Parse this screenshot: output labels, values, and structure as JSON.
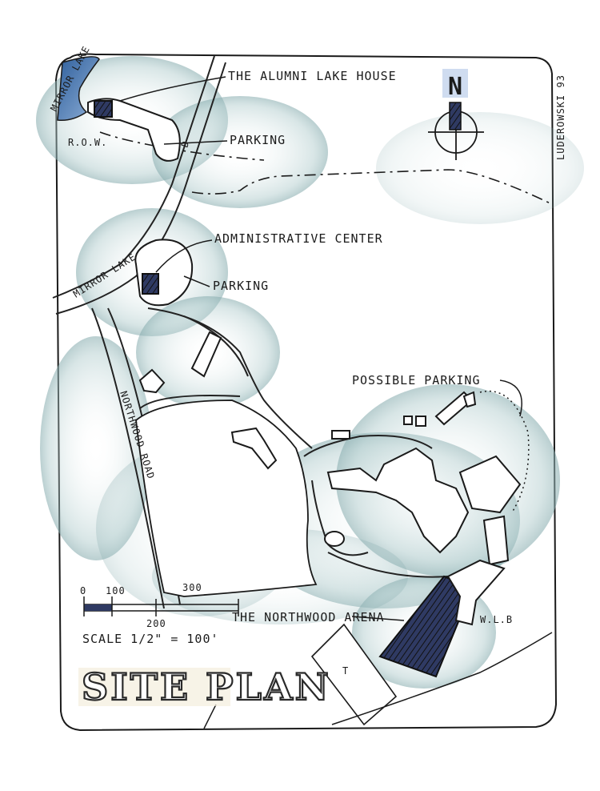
{
  "labels": {
    "mirror_lake": "MIRROR LAKE",
    "alumni_lake_house": "THE ALUMNI LAKE HOUSE",
    "parking_1": "PARKING",
    "row": "R.O.W.",
    "administrative_center": "ADMINISTRATIVE CENTER",
    "parking_2": "PARKING",
    "mirror_lake_road": "MIRROR LAKE",
    "road_letter": "D",
    "possible_parking": "POSSIBLE PARKING",
    "northwood_road": "NORTHWOOD ROAD",
    "northwood_arena": "THE NORTHWOOD ARENA",
    "wlb": "W.L.B",
    "signature": "LUDEROWSKI 93",
    "north": "N",
    "field_t": "T"
  },
  "scale": {
    "tick_0": "0",
    "tick_100": "100",
    "tick_200": "200",
    "tick_300": "300",
    "scale_text": "SCALE 1/2\" = 100'"
  },
  "title": "SITE PLAN",
  "colors": {
    "shade": "#8fb3b5",
    "shade_dark": "#5f8c90",
    "building": "#2f3a63",
    "lake": "#3f6fae",
    "ink": "#1b1b1b"
  }
}
